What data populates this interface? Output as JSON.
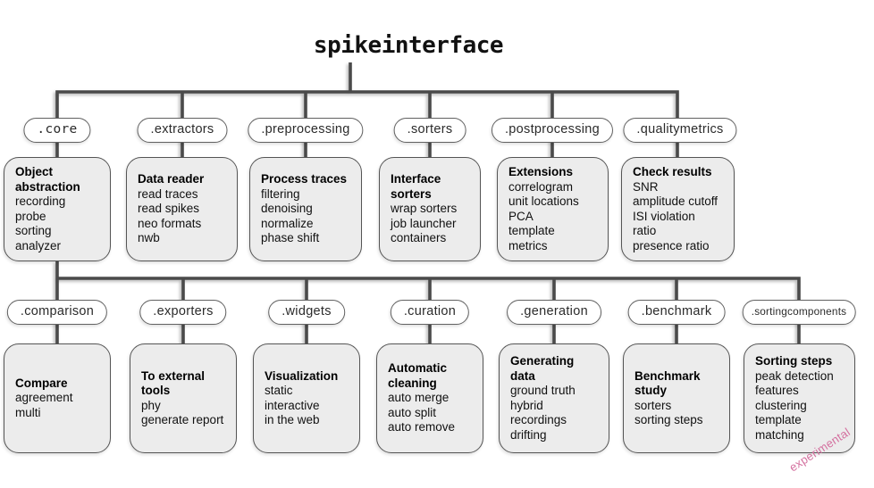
{
  "title": "spikeinterface",
  "colors": {
    "line": "#4a4a4a",
    "box_fill": "#ececec",
    "box_border": "#555555",
    "pill_border": "#616161",
    "experimental_text": "#d4709f"
  },
  "rows": [
    {
      "modules": [
        {
          "pill": ".core",
          "header": "Object abstraction",
          "items": [
            "recording",
            "probe",
            "sorting",
            "analyzer"
          ]
        },
        {
          "pill": ".extractors",
          "header": "Data reader",
          "items": [
            "read traces",
            "read spikes",
            "neo formats",
            "nwb"
          ]
        },
        {
          "pill": ".preprocessing",
          "header": "Process traces",
          "items": [
            "filtering",
            "denoising",
            "normalize",
            "phase shift"
          ]
        },
        {
          "pill": ".sorters",
          "header": "Interface sorters",
          "items": [
            "wrap sorters",
            "job launcher",
            "containers"
          ]
        },
        {
          "pill": ".postprocessing",
          "header": "Extensions",
          "items": [
            "correlogram",
            "unit locations",
            "PCA",
            "template",
            "metrics"
          ]
        },
        {
          "pill": ".qualitymetrics",
          "header": "Check results",
          "items": [
            "SNR",
            "amplitude cutoff",
            "ISI violation",
            "ratio",
            "presence ratio"
          ]
        }
      ]
    },
    {
      "modules": [
        {
          "pill": ".comparison",
          "header": "Compare",
          "items": [
            "agreement",
            "multi"
          ]
        },
        {
          "pill": ".exporters",
          "header": "To external tools",
          "items": [
            "phy",
            "generate report"
          ]
        },
        {
          "pill": ".widgets",
          "header": "Visualization",
          "items": [
            "static",
            "interactive",
            "in the web"
          ]
        },
        {
          "pill": ".curation",
          "header": "Automatic cleaning",
          "items": [
            "auto merge",
            "auto split",
            "auto remove"
          ]
        },
        {
          "pill": ".generation",
          "header": "Generating data",
          "items": [
            "ground truth",
            "hybrid",
            "recordings",
            "drifting"
          ]
        },
        {
          "pill": ".benchmark",
          "header": "Benchmark study",
          "items": [
            "sorters",
            "sorting steps"
          ]
        },
        {
          "pill": ".sortingcomponents",
          "header": "Sorting steps",
          "items": [
            "peak detection",
            "features",
            "clustering",
            "template",
            "matching"
          ],
          "badge": "experimental"
        }
      ]
    }
  ]
}
